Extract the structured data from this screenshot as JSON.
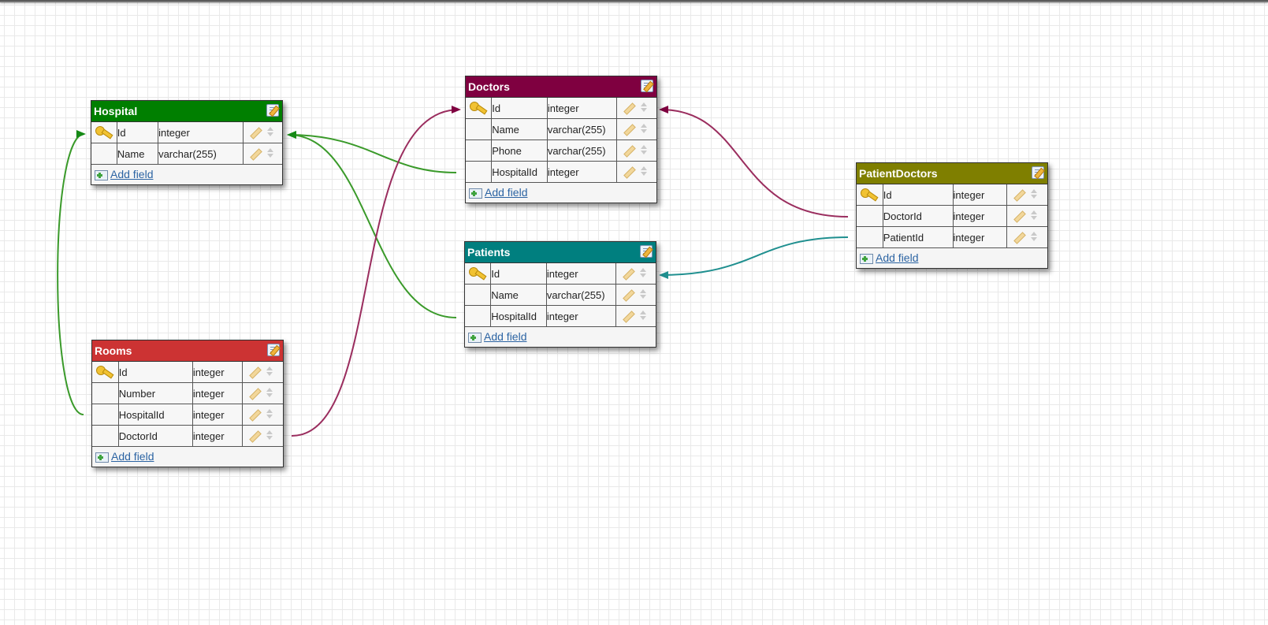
{
  "tables": [
    {
      "id": "hospital",
      "title": "Hospital",
      "color": "#007f00",
      "fields": [
        {
          "key": true,
          "name": "Id",
          "type": "integer"
        },
        {
          "key": false,
          "name": "Name",
          "type": "varchar(255)"
        }
      ]
    },
    {
      "id": "doctors",
      "title": "Doctors",
      "color": "#7f0040",
      "fields": [
        {
          "key": true,
          "name": "Id",
          "type": "integer"
        },
        {
          "key": false,
          "name": "Name",
          "type": "varchar(255)"
        },
        {
          "key": false,
          "name": "Phone",
          "type": "varchar(255)"
        },
        {
          "key": false,
          "name": "HospitalId",
          "type": "integer"
        }
      ]
    },
    {
      "id": "patients",
      "title": "Patients",
      "color": "#007f7f",
      "fields": [
        {
          "key": true,
          "name": "Id",
          "type": "integer"
        },
        {
          "key": false,
          "name": "Name",
          "type": "varchar(255)"
        },
        {
          "key": false,
          "name": "HospitalId",
          "type": "integer"
        }
      ]
    },
    {
      "id": "rooms",
      "title": "Rooms",
      "color": "#cc3333",
      "fields": [
        {
          "key": true,
          "name": "Id",
          "type": "integer"
        },
        {
          "key": false,
          "name": "Number",
          "type": "integer"
        },
        {
          "key": false,
          "name": "HospitalId",
          "type": "integer"
        },
        {
          "key": false,
          "name": "DoctorId",
          "type": "integer"
        }
      ]
    },
    {
      "id": "patientdoctors",
      "title": "PatientDoctors",
      "color": "#7f7f00",
      "fields": [
        {
          "key": true,
          "name": "Id",
          "type": "integer"
        },
        {
          "key": false,
          "name": "DoctorId",
          "type": "integer"
        },
        {
          "key": false,
          "name": "PatientId",
          "type": "integer"
        }
      ]
    }
  ],
  "add_field_label": "Add field",
  "relations": [
    {
      "from": "doctors.HospitalId",
      "to": "hospital.Id",
      "color": "#3a9a2a"
    },
    {
      "from": "patients.HospitalId",
      "to": "hospital.Id",
      "color": "#3a9a2a"
    },
    {
      "from": "rooms.HospitalId",
      "to": "hospital.Id",
      "color": "#3a9a2a"
    },
    {
      "from": "rooms.DoctorId",
      "to": "doctors.Id",
      "color": "#9a2d5e"
    },
    {
      "from": "patientdoctors.DoctorId",
      "to": "doctors.Id",
      "color": "#9a2d5e"
    },
    {
      "from": "patientdoctors.PatientId",
      "to": "patients.Id",
      "color": "#1f8f8f"
    }
  ]
}
